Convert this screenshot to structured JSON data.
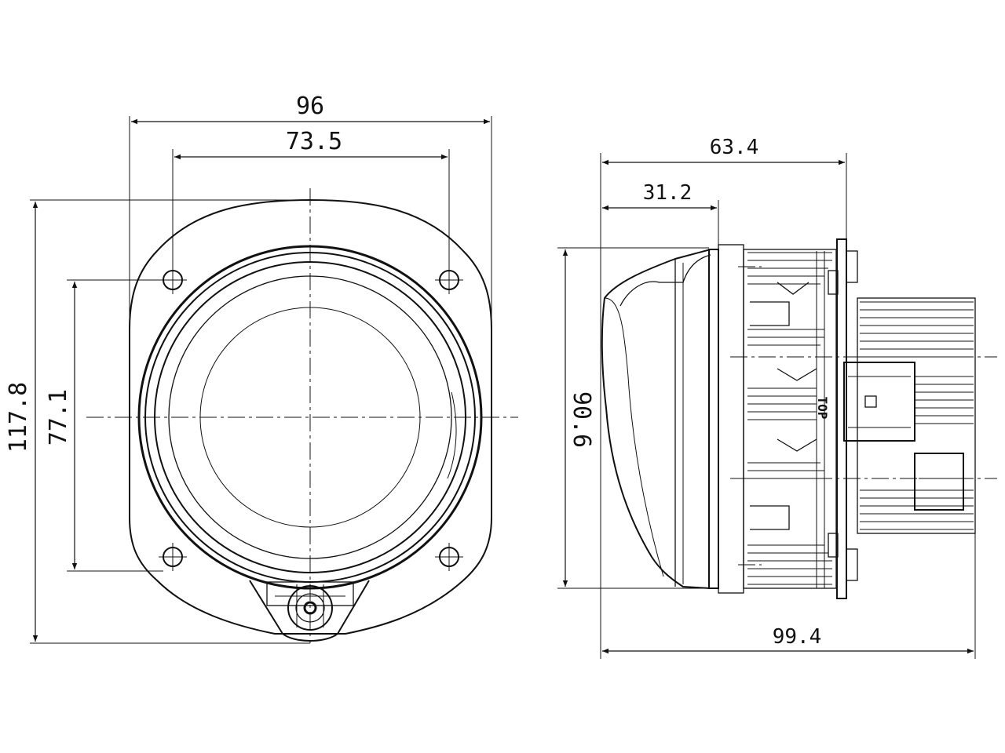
{
  "drawing": {
    "front_view": {
      "dimensions": {
        "overall_width": "96",
        "hole_spacing_horizontal": "73.5",
        "overall_height": "117.8",
        "hole_spacing_vertical": "77.1"
      }
    },
    "side_view": {
      "dimensions": {
        "depth_to_flange": "63.4",
        "lens_depth": "31.2",
        "lens_diameter": "90.6",
        "overall_depth": "99.4"
      },
      "label_top": "TOP"
    }
  }
}
